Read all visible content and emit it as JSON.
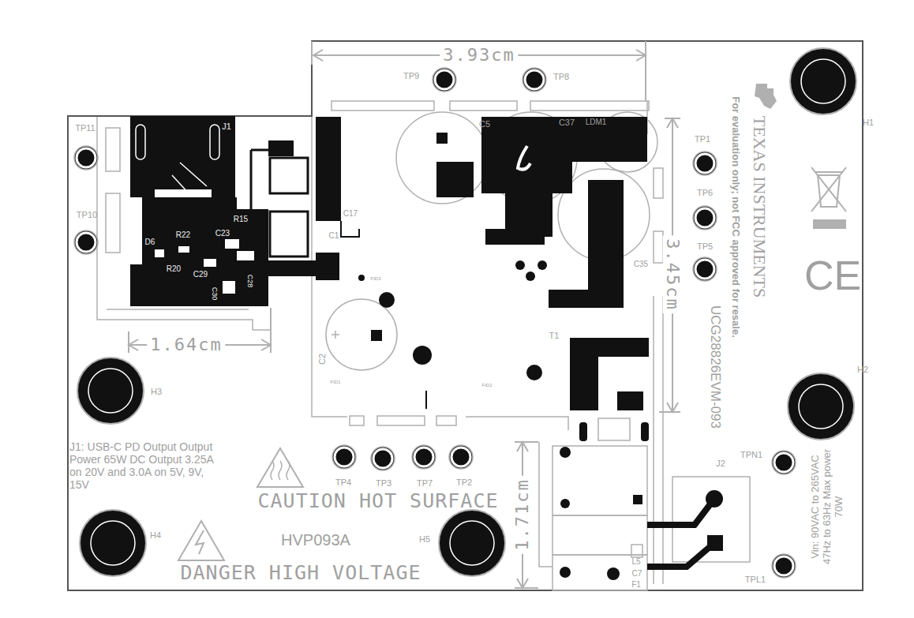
{
  "diagram": {
    "labels": [
      "3.93cm",
      "TP9",
      "TP8",
      "C5",
      "C37",
      "LDM1",
      "TP11",
      "J1",
      "TP1",
      "TP6",
      "TP10",
      "TP5",
      "R15",
      "R22",
      "C23",
      "C1",
      "C17",
      "D6",
      "R20",
      "C29",
      "C28",
      "C30",
      "C35",
      "3.45cm",
      "FID3",
      "C2",
      "T1",
      "FID1",
      "FID2",
      "1.64cm",
      "H3",
      "H1",
      "H2",
      "H4",
      "H5",
      "TPN1",
      "J2",
      "TP4",
      "TP3",
      "TP7",
      "TP2",
      "J1: USB-C PD Output Output Power 65W DC Output 3.25A on 20V and 3.0A on 5V, 9V, 15V",
      "CAUTION HOT SURFACE",
      "HVP093A",
      "DANGER HIGH VOLTAGE",
      "1.71cm",
      "L5",
      "C7",
      "F1",
      "TPL1",
      "TEXAS INSTRUMENTS",
      "For evaluation only; not FCC approved for resale.",
      "UCG28826EVM-093",
      "CE",
      "Vin: 90VAC to 265VAC 47Hz to 63Hz Max power 70W"
    ]
  }
}
